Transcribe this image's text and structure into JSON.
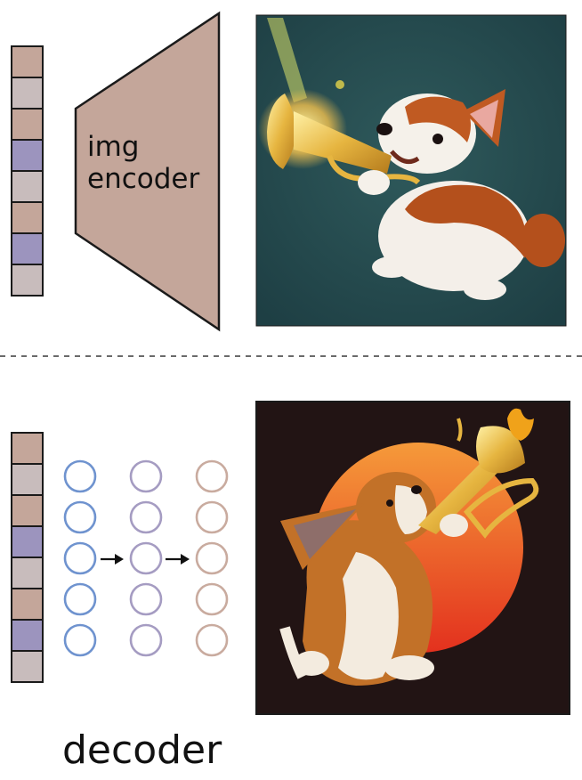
{
  "colors": {
    "tan": "#c4a69a",
    "gray": "#c8bcbc",
    "purple": "#9c94be",
    "blue_ring": "#6f93cf",
    "purple_ring": "#a59cc2",
    "tan_ring": "#c9ab9f",
    "outline": "#1a1a1a",
    "encoder_fill": "#c4a69a",
    "dashed_line": "#555555"
  },
  "encoder": {
    "label_line1": "img",
    "label_line2": "encoder",
    "embedding_cells": [
      "tan",
      "gray",
      "tan",
      "purple",
      "gray",
      "tan",
      "purple",
      "gray"
    ]
  },
  "decoder": {
    "label": "decoder",
    "embedding_cells": [
      "tan",
      "gray",
      "tan",
      "purple",
      "gray",
      "tan",
      "purple",
      "gray"
    ],
    "layers": [
      {
        "nodes": 5,
        "ring": "blue_ring"
      },
      {
        "nodes": 5,
        "ring": "purple_ring"
      },
      {
        "nodes": 5,
        "ring": "tan_ring"
      }
    ]
  },
  "images": {
    "top": {
      "subject": "corgi-playing-trumpet-teal-background"
    },
    "bottom": {
      "subject": "corgi-playing-trumpet-sunset-dark-background"
    }
  }
}
